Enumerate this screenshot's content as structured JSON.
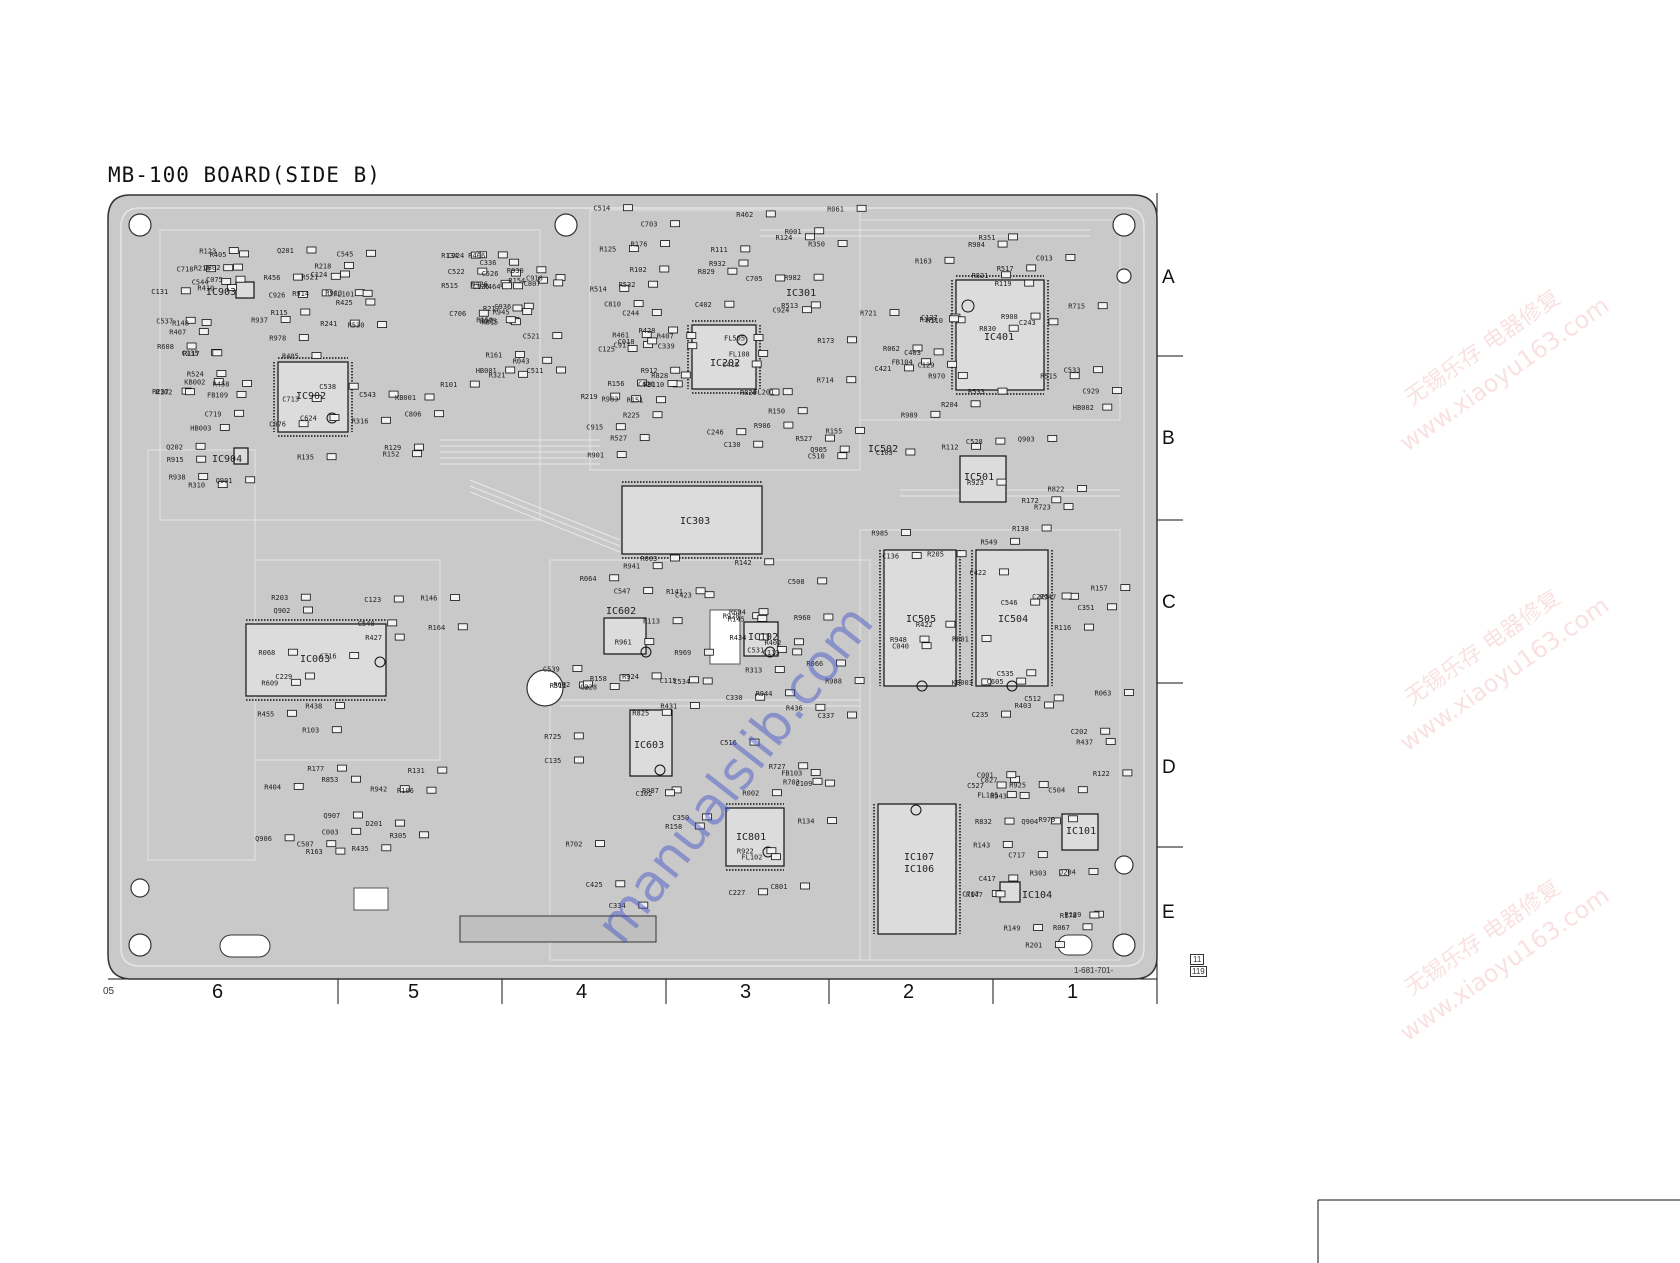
{
  "title": "MB-100 BOARD(SIDE B)",
  "part_number": "1-681-701-",
  "corner_label": "05",
  "page_mark": [
    "11",
    "119"
  ],
  "row_labels": [
    "A",
    "B",
    "C",
    "D",
    "E"
  ],
  "column_labels": [
    "6",
    "5",
    "4",
    "3",
    "2",
    "1"
  ],
  "watermark_blue": "manualslib.com",
  "watermark_red": [
    "www.xiaoyu163.com",
    "无锡乐存 电器修复"
  ],
  "ic_labels": [
    {
      "id": "IC902",
      "text": "IC902"
    },
    {
      "id": "IC903",
      "text": "IC903"
    },
    {
      "id": "IC904",
      "text": "IC904"
    },
    {
      "id": "IC003",
      "text": "IC003"
    },
    {
      "id": "IC202",
      "text": "IC202"
    },
    {
      "id": "IC301",
      "text": "IC301"
    },
    {
      "id": "IC303",
      "text": "IC303"
    },
    {
      "id": "IC401",
      "text": "IC401"
    },
    {
      "id": "IC501",
      "text": "IC501"
    },
    {
      "id": "IC502",
      "text": "IC502"
    },
    {
      "id": "IC504",
      "text": "IC504"
    },
    {
      "id": "IC505",
      "text": "IC505"
    },
    {
      "id": "IC602",
      "text": "IC602"
    },
    {
      "id": "IC603",
      "text": "IC603"
    },
    {
      "id": "IC801",
      "text": "IC801"
    },
    {
      "id": "IC102",
      "text": "IC102"
    },
    {
      "id": "IC107",
      "text": "IC107"
    },
    {
      "id": "IC106",
      "text": "IC106"
    },
    {
      "id": "IC101",
      "text": "IC101"
    },
    {
      "id": "IC104",
      "text": "IC104"
    }
  ],
  "component_labels": [
    "KB002",
    "C926",
    "R975",
    "C915",
    "C924",
    "R970",
    "Q903",
    "R961",
    "R960",
    "R979",
    "Q902",
    "Q901",
    "R978",
    "C918",
    "C917",
    "R982",
    "R989",
    "R923",
    "R924",
    "R922",
    "R925",
    "Q906",
    "R915",
    "R913",
    "C936",
    "R912",
    "R932",
    "R984",
    "R985",
    "R987",
    "R988",
    "Q904",
    "Q907",
    "C935",
    "R914",
    "R930",
    "R983",
    "Q905",
    "C929",
    "R947",
    "R941",
    "R944",
    "R943",
    "R942",
    "R938",
    "R937",
    "R945",
    "R901",
    "R906",
    "R908",
    "R948",
    "R969",
    "R928",
    "D204",
    "D201",
    "Q202",
    "Q201",
    "C224",
    "R225",
    "R350",
    "R351",
    "R205",
    "R311",
    "R313",
    "C202",
    "R203",
    "R216",
    "R218",
    "R217",
    "R219",
    "FL201",
    "R204",
    "C225",
    "C228",
    "C227",
    "C235",
    "C229",
    "R237",
    "R241",
    "R321",
    "C244",
    "C246",
    "C243",
    "C351",
    "C334",
    "C337",
    "R303",
    "R305",
    "R310",
    "R316",
    "C336",
    "C339",
    "R513",
    "R515",
    "R549",
    "C350",
    "C330",
    "R201",
    "R427",
    "R410",
    "R405",
    "R406",
    "R407",
    "C402",
    "C403",
    "R422",
    "C425",
    "R436",
    "R437",
    "R438",
    "R458",
    "R456",
    "R464",
    "R461",
    "R462",
    "C421",
    "C422",
    "C423",
    "R402",
    "R403",
    "R404",
    "R405",
    "R425",
    "R426",
    "R428",
    "C415",
    "HB002",
    "KB003",
    "R431",
    "R434",
    "C417",
    "R435",
    "R407",
    "R521",
    "C521",
    "FB110",
    "FL108",
    "FB104",
    "R157",
    "R158",
    "FB103",
    "FL105",
    "R106",
    "R524",
    "R530",
    "C522",
    "R527",
    "R527",
    "R533",
    "C528",
    "C534",
    "C531",
    "C527",
    "R163",
    "FB109",
    "C545",
    "C526",
    "R532",
    "FL505",
    "R517",
    "C546",
    "C547",
    "C516",
    "C512",
    "C540",
    "C537",
    "C538",
    "C511",
    "C514",
    "C510",
    "C533",
    "C535",
    "C539",
    "C508",
    "C504",
    "C507",
    "C544",
    "C543",
    "R515",
    "R514",
    "R829",
    "R830",
    "C605",
    "R602",
    "R604",
    "C827",
    "R609",
    "R608",
    "C624",
    "R815",
    "R828",
    "R820",
    "R821",
    "R822",
    "R825",
    "C801",
    "R832",
    "C716",
    "C719",
    "C713",
    "C706",
    "C703",
    "C705",
    "R721",
    "R723",
    "R725",
    "R727",
    "C707",
    "R853",
    "C802",
    "C806",
    "C807",
    "C810",
    "R714",
    "R715",
    "R801",
    "R702",
    "R703",
    "C717",
    "R455",
    "C718",
    "FL101",
    "R101",
    "R102",
    "C130",
    "C129",
    "R138",
    "R141",
    "R142",
    "R139",
    "C123",
    "C131",
    "R135",
    "R134",
    "C125",
    "R124",
    "C127",
    "C136",
    "C135",
    "R134",
    "R122",
    "R131",
    "R123",
    "R115",
    "R161",
    "R151",
    "R155",
    "R163",
    "R172",
    "C115",
    "C113",
    "R149",
    "R146",
    "R148",
    "R152",
    "R154",
    "R156",
    "R150",
    "R119",
    "R116",
    "R158",
    "C109",
    "R147",
    "R164",
    "R117",
    "C124",
    "C126",
    "R125",
    "R111",
    "R110",
    "R112",
    "R113",
    "R145",
    "R143",
    "R103",
    "R102",
    "R129",
    "R150",
    "R176",
    "R173",
    "R170",
    "C103",
    "C102",
    "FL102",
    "R178",
    "R177",
    "HB003",
    "KB001",
    "HB001",
    "C620",
    "R061",
    "R062",
    "R063",
    "R064",
    "R066",
    "R067",
    "R068",
    "C075",
    "C076",
    "R043",
    "C018",
    "R001",
    "C013",
    "C040",
    "R003",
    "R002",
    "C001",
    "C003"
  ],
  "colors": {
    "board": "#c8c8c8",
    "trace": "#e2e2e2",
    "ink": "#1a1a1a",
    "ic_fill": "#2a2a2a"
  }
}
